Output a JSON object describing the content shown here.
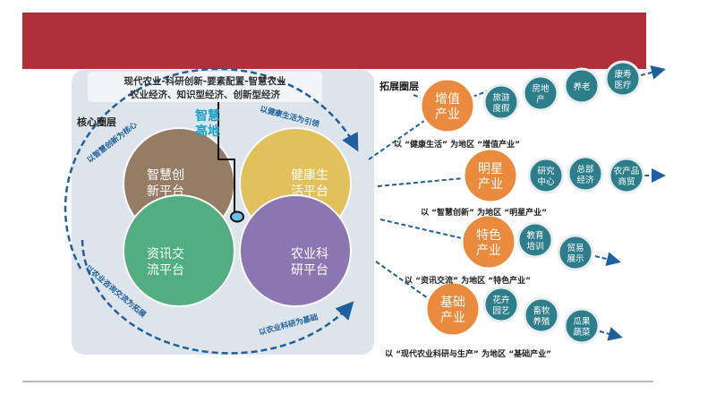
{
  "header": {
    "top_line": "现代农业-科研创新-要素配置-智慧农业",
    "second_line": "农业经济、知识型经济、创新型经济"
  },
  "core": {
    "title": "核心圈层",
    "center_label": [
      "智慧",
      "高地"
    ],
    "arc_labels": [
      "以智慧创新为核心",
      "以健康生活为引领",
      "以农业咨询交流为拓展",
      "以农业科研为基础"
    ],
    "platforms": [
      {
        "lines": [
          "智慧创",
          "新平台"
        ],
        "color": "#8b6a4e"
      },
      {
        "lines": [
          "健康生",
          "活平台"
        ],
        "color": "#e3bb45"
      },
      {
        "lines": [
          "资讯交",
          "流平台"
        ],
        "color": "#3aa56e"
      },
      {
        "lines": [
          "农业科",
          "研平台"
        ],
        "color": "#7f63a8"
      }
    ]
  },
  "expansion": {
    "title": "拓展圈层",
    "industries": [
      {
        "lines": [
          "增值",
          "产业"
        ],
        "caption": "以 “健康生活” 为地区 “增值产业”",
        "items": [
          [
            "旅游",
            "度假"
          ],
          [
            "房地",
            "产"
          ],
          [
            "养老"
          ],
          [
            "康寿",
            "医疗"
          ]
        ]
      },
      {
        "lines": [
          "明星",
          "产业"
        ],
        "caption": "以 “智慧创新” 为地区 “明星产业”",
        "items": [
          [
            "研究",
            "中心"
          ],
          [
            "总部",
            "经济"
          ],
          [
            "农产品",
            "商贸"
          ]
        ]
      },
      {
        "lines": [
          "特色",
          "产业"
        ],
        "caption": "以 “资讯交流” 为地区 “特色产业”",
        "items": [
          [
            "教育",
            "培训"
          ],
          [
            "贸易",
            "展示"
          ]
        ]
      },
      {
        "lines": [
          "基础",
          "产业"
        ],
        "caption": "以 “现代农业科研与生产” 为地区 “基础产业”",
        "items": [
          [
            "花卉",
            "园艺"
          ],
          [
            "畜牧",
            "养殖"
          ],
          [
            "瓜果",
            "蔬菜"
          ]
        ]
      }
    ]
  },
  "colors": {
    "banner": "#b0303a",
    "orange": "#ea8a3f",
    "teal": "#2e7d8a",
    "arrow": "#1f5f9e",
    "accent_text": "#1aa0c8"
  }
}
